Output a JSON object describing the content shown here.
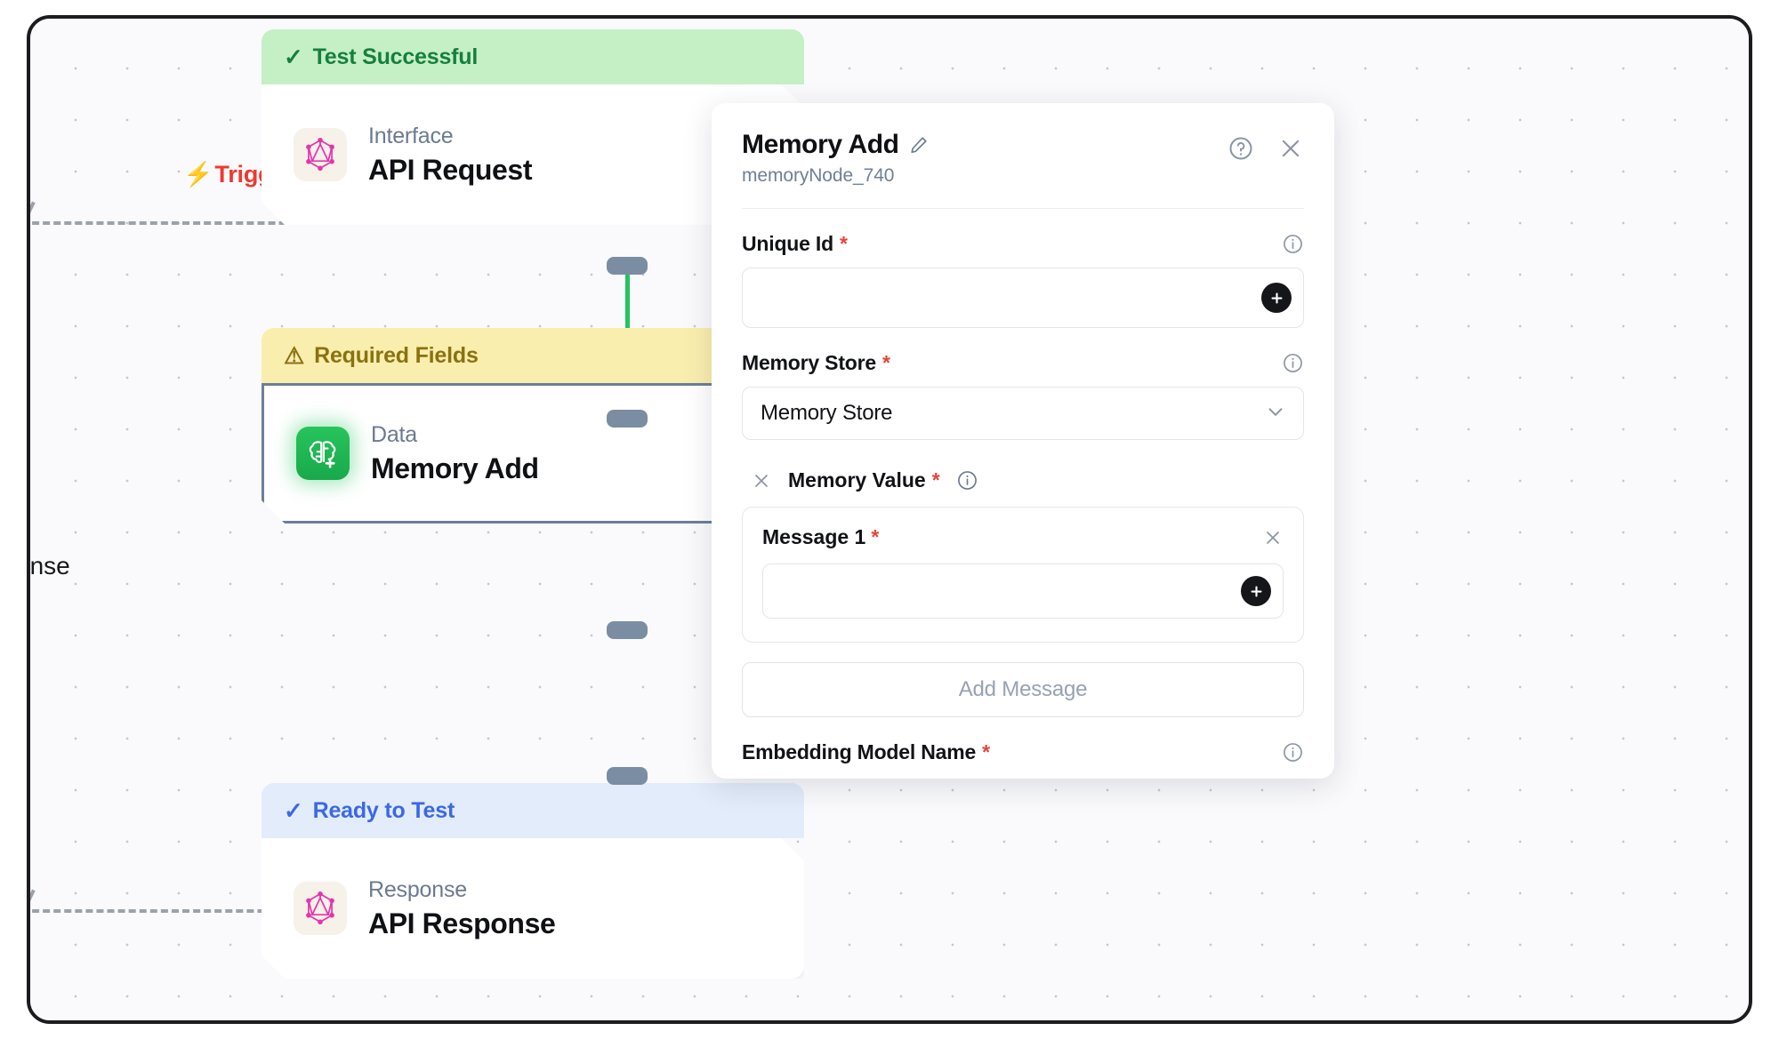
{
  "canvas": {
    "trigger_label": "Trigger",
    "trigger_icon": "bolt-icon",
    "clipped_label": "onse"
  },
  "nodes": [
    {
      "status": "Test Successful",
      "status_type": "success",
      "status_icon": "check-icon",
      "kind": "Interface",
      "name": "API Request",
      "icon": "graphql-icon"
    },
    {
      "status": "Required Fields",
      "status_type": "warning",
      "status_icon": "warning-triangle-icon",
      "kind": "Data",
      "name": "Memory Add",
      "icon": "brain-plus-icon"
    },
    {
      "status": "Ready to Test",
      "status_type": "ready",
      "status_icon": "check-icon",
      "kind": "Response",
      "name": "API Response",
      "icon": "graphql-icon"
    }
  ],
  "panel": {
    "title": "Memory Add",
    "subtitle": "memoryNode_740",
    "edit_icon": "pencil-icon",
    "help_icon": "question-circle-icon",
    "close_icon": "close-icon",
    "fields": {
      "unique_id": {
        "label": "Unique Id",
        "required_mark": "*",
        "value": "",
        "placeholder": "",
        "info_icon": "info-icon",
        "add_icon": "plus-icon"
      },
      "memory_store": {
        "label": "Memory Store",
        "required_mark": "*",
        "selected": "Memory Store",
        "info_icon": "info-icon",
        "chevron_icon": "chevron-down-icon"
      },
      "memory_value": {
        "label": "Memory Value",
        "required_mark": "*",
        "info_icon": "info-icon",
        "remove_icon": "close-icon",
        "messages": [
          {
            "label": "Message 1",
            "required_mark": "*",
            "value": "",
            "placeholder": "",
            "remove_icon": "close-icon",
            "add_icon": "plus-icon"
          }
        ],
        "add_button_label": "Add Message"
      },
      "embedding_model_name": {
        "label": "Embedding Model Name",
        "required_mark": "*",
        "info_icon": "info-icon"
      }
    }
  },
  "colors": {
    "success_bg": "#c5f0c5",
    "success_text": "#15803d",
    "warning_bg": "#faeeae",
    "warning_text": "#8a7210",
    "ready_bg": "#e3ecfb",
    "ready_text": "#3b68e6",
    "edge_green": "#22c55e",
    "trigger_red": "#f0382f",
    "required_red": "#e8443a",
    "handle_slate": "#7b8da3",
    "graphql_pink": "#e535ab",
    "brain_green": "#1db954"
  }
}
